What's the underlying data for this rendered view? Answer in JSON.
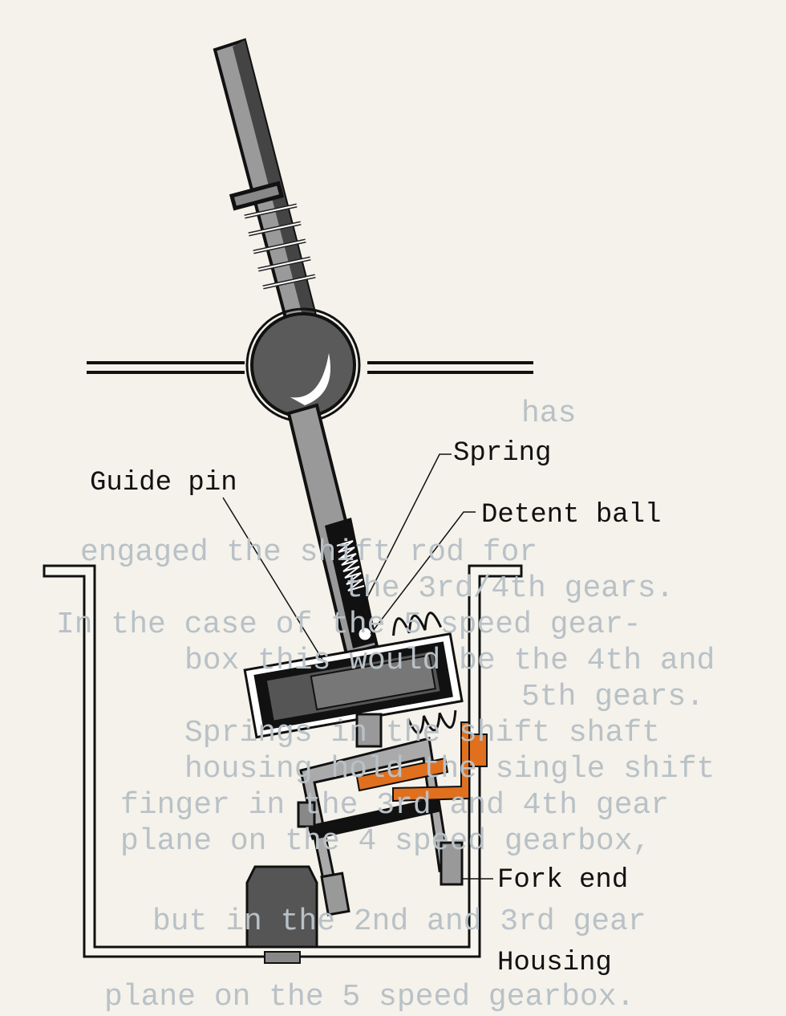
{
  "labels": {
    "spring": "Spring",
    "guide_pin": "Guide pin",
    "detent_ball": "Detent ball",
    "fork_end": "Fork end",
    "housing": "Housing"
  },
  "bleed_through_text": [
    "has",
    "engaged the shift rod for",
    "the 3rd/4th gears.",
    "In the case of the 5 speed gear-",
    "box this would be the 4th and",
    "5th gears.",
    "Springs in the shift shaft",
    "housing hold the single shift",
    "finger in the 3rd and 4th gear",
    "plane on the 4 speed gearbox,",
    "but in the 2nd and 3rd gear",
    "plane on the 5 speed gearbox."
  ],
  "colors": {
    "paper": "#f4f2ea",
    "metal_dark": "#555555",
    "metal_light": "#a8a8a8",
    "accent_orange": "#e0701e"
  }
}
